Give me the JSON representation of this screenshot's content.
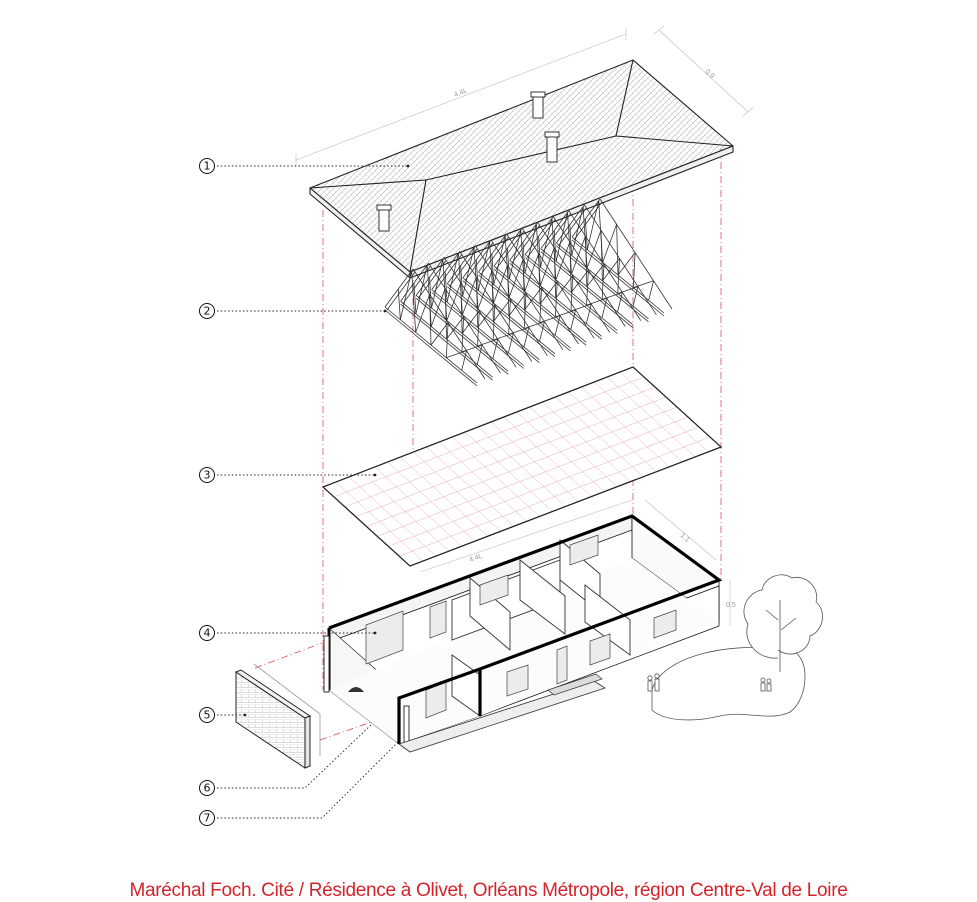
{
  "callouts": [
    {
      "number": "1"
    },
    {
      "number": "2"
    },
    {
      "number": "3"
    },
    {
      "number": "4"
    },
    {
      "number": "5"
    },
    {
      "number": "6"
    },
    {
      "number": "7"
    }
  ],
  "dimensions": {
    "roof_length": "4.4L",
    "roof_width": "0.9",
    "floor_length": "4.4L",
    "floor_width": "1.1",
    "floor_height": "0.5"
  },
  "caption": "Maréchal Foch. Cité / Résidence à Olivet, Orléans Métropole, région Centre-Val de Loire",
  "colors": {
    "line": "#222222",
    "guide": "#d9534f",
    "caption": "#d4232a"
  }
}
